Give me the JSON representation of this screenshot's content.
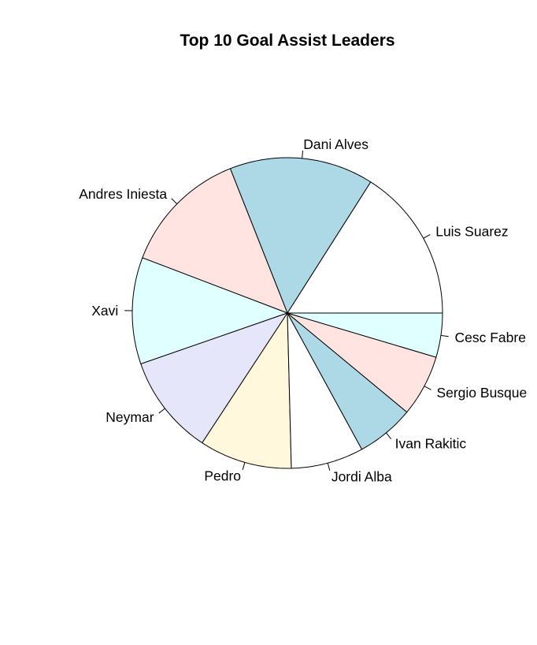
{
  "chart_data": {
    "type": "pie",
    "title": "Top 10 Goal Assist Leaders",
    "start_angle_deg": 0,
    "direction": "counterclockwise",
    "slices": [
      {
        "label": "Luis Suarez",
        "value": 16.7,
        "color": "#FFFFFF"
      },
      {
        "label": "Dani Alves",
        "value": 15.7,
        "color": "#ADD8E6"
      },
      {
        "label": "Andres Iniesta",
        "value": 13.8,
        "color": "#FFE4E1"
      },
      {
        "label": "Xavi",
        "value": 11.6,
        "color": "#E0FFFF"
      },
      {
        "label": "Neymar",
        "value": 10.9,
        "color": "#E6E6FA"
      },
      {
        "label": "Pedro",
        "value": 10.1,
        "color": "#FFF8DC"
      },
      {
        "label": "Jordi Alba",
        "value": 7.9,
        "color": "#FFFFFF"
      },
      {
        "label": "Ivan Rakitic",
        "value": 6.3,
        "color": "#ADD8E6"
      },
      {
        "label": "Sergio Busque",
        "value": 6.7,
        "color": "#FFE4E1"
      },
      {
        "label": "Cesc Fabre",
        "value": 4.8,
        "color": "#E0FFFF"
      }
    ]
  }
}
